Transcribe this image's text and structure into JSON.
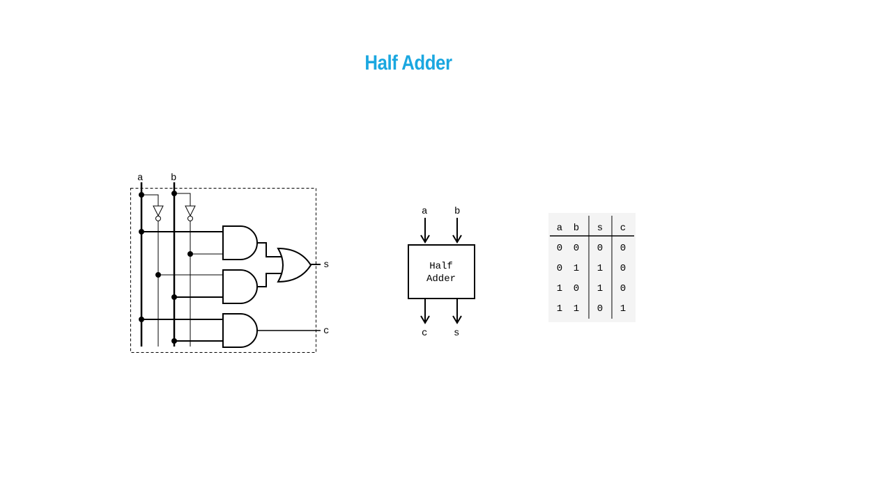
{
  "slide": {
    "title": "Half Adder",
    "title_color": "#1aa7e0"
  },
  "circuit": {
    "inputs": [
      "a",
      "b"
    ],
    "outputs": [
      "s",
      "c"
    ]
  },
  "block": {
    "label_line1": "Half",
    "label_line2": "Adder",
    "inputs": [
      "a",
      "b"
    ],
    "outputs": [
      "c",
      "s"
    ]
  },
  "truth_table": {
    "headers": [
      "a",
      "b",
      "s",
      "c"
    ],
    "rows": [
      [
        "0",
        "0",
        "0",
        "0"
      ],
      [
        "0",
        "1",
        "1",
        "0"
      ],
      [
        "1",
        "0",
        "1",
        "0"
      ],
      [
        "1",
        "1",
        "0",
        "1"
      ]
    ]
  }
}
